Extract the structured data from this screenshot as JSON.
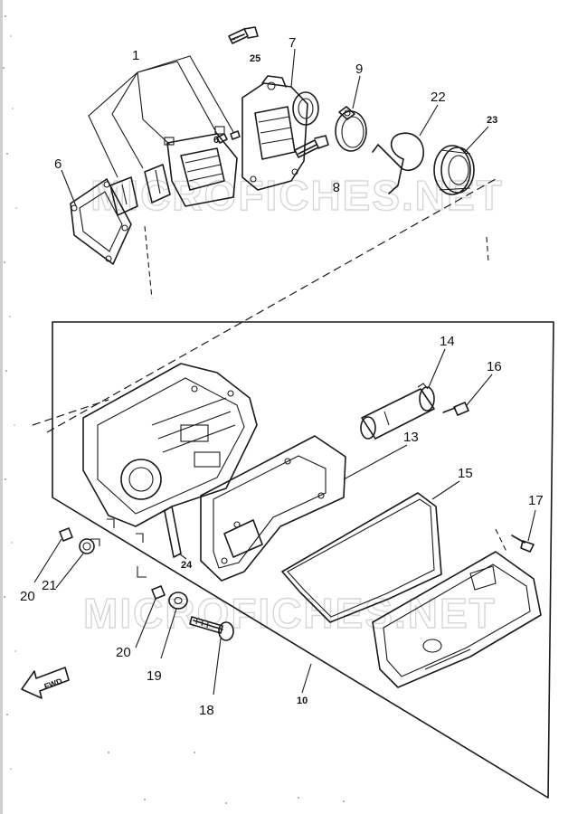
{
  "watermark": "MICROFICHES.NET",
  "fwd_label": "FWD",
  "callouts": {
    "c1": "1",
    "c6": "6",
    "c6b": "6",
    "c7": "7",
    "c8": "8",
    "c9": "9",
    "c10": "10",
    "c13": "13",
    "c14": "14",
    "c15": "15",
    "c16": "16",
    "c17": "17",
    "c18": "18",
    "c19": "19",
    "c20a": "20",
    "c20b": "20",
    "c21": "21",
    "c22": "22",
    "c23": "23",
    "c24": "24",
    "c25": "25"
  }
}
